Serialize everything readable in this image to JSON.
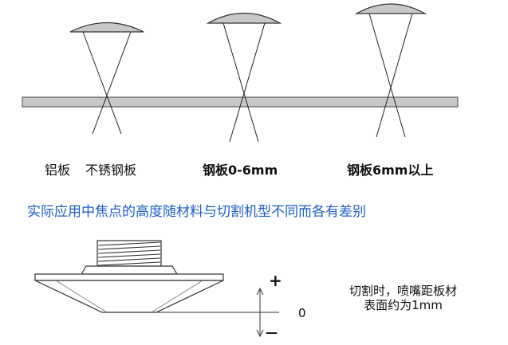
{
  "captions": {
    "aluminum": "铝板",
    "stainless": "不锈钢板",
    "steel_thin": "钢板0-6mm",
    "steel_thick": "钢板6mm以上"
  },
  "subtitle": "实际应用中焦点的高度随材料与切割机型不同而各有差别",
  "nozzle_note": {
    "line1": "切割时，喷嘴距板材",
    "line2": "表面约为1mm"
  },
  "height_scale": {
    "plus": "+",
    "zero": "0",
    "minus": "—"
  },
  "colors": {
    "lens_fill": "#c8c8c8",
    "plate_fill": "#c8c8c8",
    "outline": "#333333",
    "subtitle_text": "#1f5fc7"
  }
}
